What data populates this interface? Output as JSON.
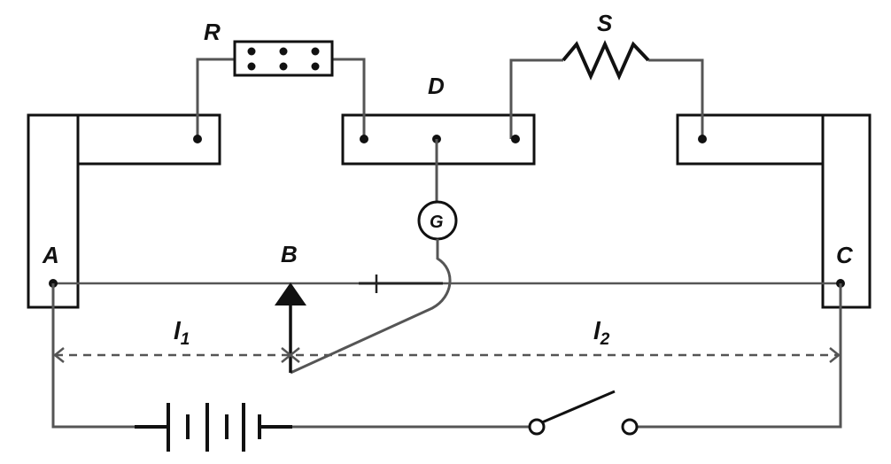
{
  "labels": {
    "resistance_box": "R",
    "resistor": "S",
    "middle_strip": "D",
    "galvanometer": "G",
    "end_a": "A",
    "jockey_point": "B",
    "end_c": "C",
    "length_1": "l",
    "length_1_sub": "1",
    "length_2": "l",
    "length_2_sub": "2"
  },
  "colors": {
    "wire": "#555555",
    "outline": "#111111",
    "background": "#ffffff"
  },
  "components": [
    "resistance-box",
    "resistor",
    "galvanometer",
    "jockey",
    "battery",
    "key-switch"
  ]
}
